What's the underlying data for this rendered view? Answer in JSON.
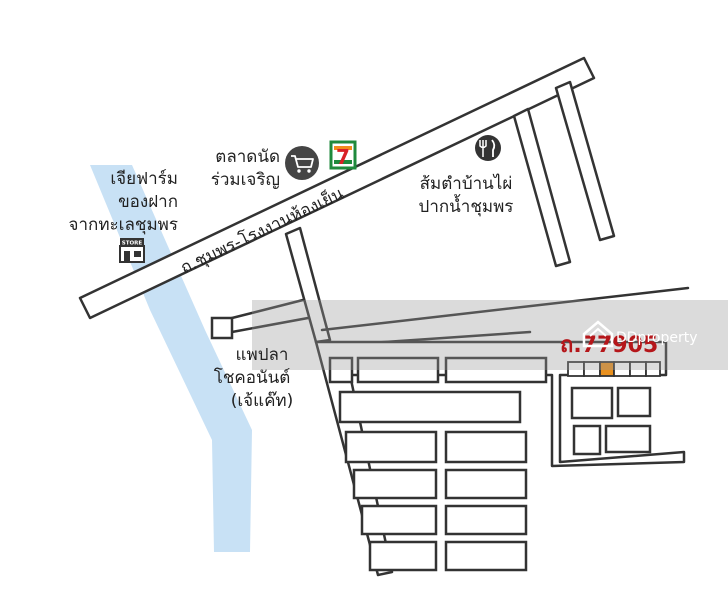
{
  "places": {
    "farm": {
      "lines": [
        "เจียฟาร์ม",
        "ของฝาก",
        "จากทะเลชุมพร"
      ],
      "icon": "store-icon",
      "icon_text": "STORE"
    },
    "market": {
      "lines": [
        "ตลาดนัด",
        "ร่วมเจริญ"
      ],
      "icon": "shopping-cart-icon"
    },
    "seven_eleven": {
      "icon": "seven-eleven-logo-icon",
      "text": "7"
    },
    "restaurant": {
      "lines": [
        "ส้มตำบ้านไผ่",
        "ปากน้ำชุมพร"
      ],
      "icon": "fork-knife-icon"
    },
    "raft": {
      "lines": [
        "แพปลา",
        "โชคอนันต์",
        "(เจ้แค๊ท)"
      ],
      "icon": "square-marker-icon"
    }
  },
  "roads": {
    "main_road": "ถ.ชุมพร-โรงงานห้องเย็น",
    "property_road": "ถ.77905"
  },
  "watermark": {
    "text": "DDproperty"
  },
  "colors": {
    "river": "#c8e1f5",
    "road_outline": "#333333",
    "property_marker": "#e8901e",
    "property_road_text": "#b5161a",
    "seven_green": "#1f8a3c",
    "seven_red": "#d92027",
    "seven_orange": "#f28c1b",
    "icon_dark": "#444444",
    "watermark_band": "#999999"
  }
}
